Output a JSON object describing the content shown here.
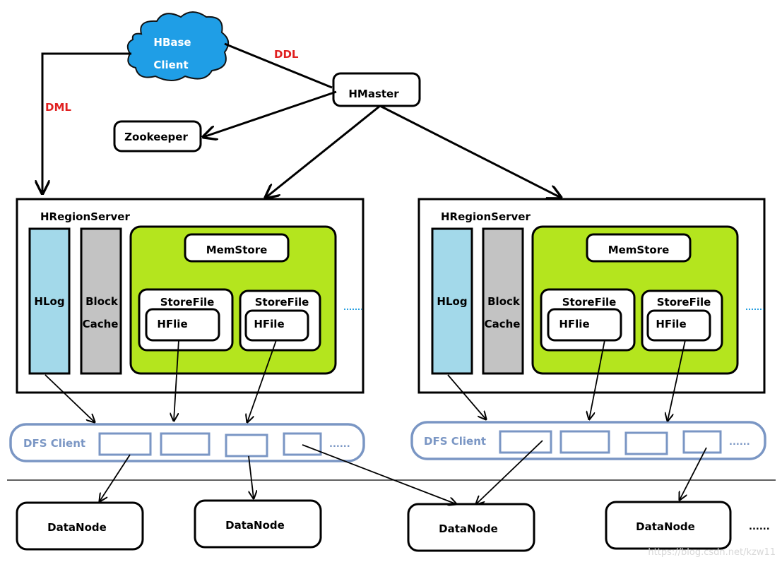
{
  "client": {
    "line1": "HBase",
    "line2": "Client"
  },
  "edge_labels": {
    "ddl": "DDL",
    "dml": "DML"
  },
  "hmaster": "HMaster",
  "zookeeper": "Zookeeper",
  "servers": [
    {
      "title": "HRegionServer",
      "hlog": "HLog",
      "block_cache": {
        "line1": "Block",
        "line2": "Cache"
      },
      "memstore": "MemStore",
      "stores": [
        {
          "storefile": "StoreFile",
          "hfile": "HFlie"
        },
        {
          "storefile": "StoreFile",
          "hfile": "HFile"
        }
      ],
      "dfs_client": "DFS Client",
      "dfs_more": "......"
    },
    {
      "title": "HRegionServer",
      "hlog": "HLog",
      "block_cache": {
        "line1": "Block",
        "line2": "Cache"
      },
      "memstore": "MemStore",
      "stores": [
        {
          "storefile": "StoreFile",
          "hfile": "HFlie"
        },
        {
          "storefile": "StoreFile",
          "hfile": "HFile"
        }
      ],
      "dfs_client": "DFS Client",
      "dfs_more": "......"
    }
  ],
  "datanodes": [
    "DataNode",
    "DataNode",
    "DataNode",
    "DataNode"
  ],
  "datanode_more": "......",
  "watermark": "https://blog.csdn.net/kzw11",
  "colors": {
    "cloud": "#1f9ee6",
    "hlog": "#a3d9ea",
    "block_cache": "#c3c3c3",
    "region": "#b4e51e",
    "dfs": "#7a96c4",
    "label_red": "#e02020"
  }
}
